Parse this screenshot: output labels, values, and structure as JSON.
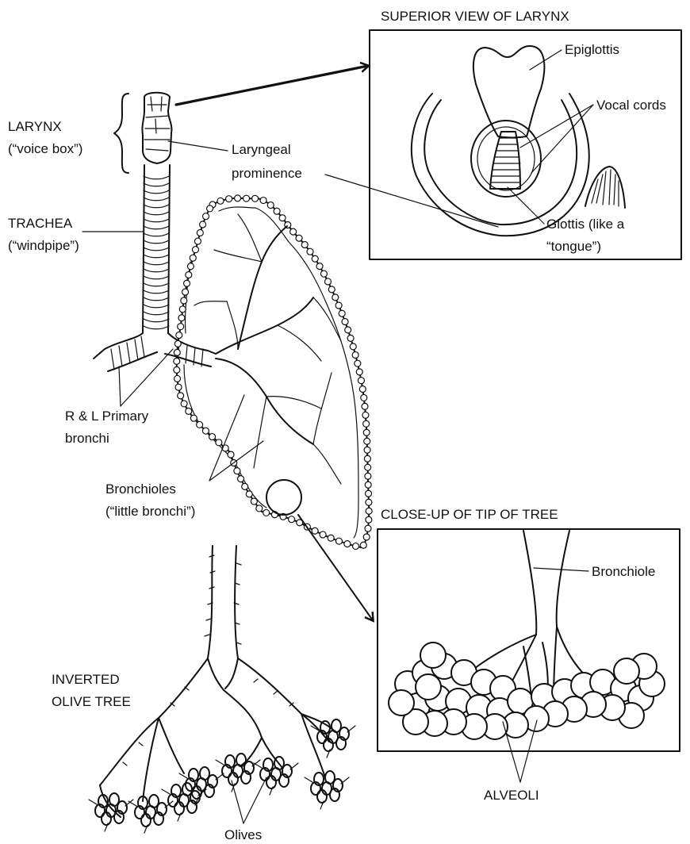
{
  "diagram": {
    "inset_titles": {
      "larynx": "SUPERIOR VIEW OF LARYNX",
      "tree_tip": "CLOSE-UP OF TIP OF TREE"
    },
    "labels": {
      "larynx": [
        "LARYNX",
        "(“voice box”)"
      ],
      "laryngeal_prominence": [
        "Laryngeal",
        "prominence"
      ],
      "trachea": [
        "TRACHEA",
        "(“windpipe”)"
      ],
      "primary_bronchi": [
        "R & L Primary",
        "bronchi"
      ],
      "bronchioles": [
        "Bronchioles",
        "(“little bronchi”)"
      ],
      "epiglottis": "Epiglottis",
      "vocal_cords": "Vocal cords",
      "glottis": [
        "Glottis (like a",
        "“tongue”)"
      ],
      "bronchiole": "Bronchiole",
      "alveoli": "ALVEOLI",
      "inverted_olive_tree": [
        "INVERTED",
        "OLIVE TREE"
      ],
      "olives": "Olives"
    }
  }
}
